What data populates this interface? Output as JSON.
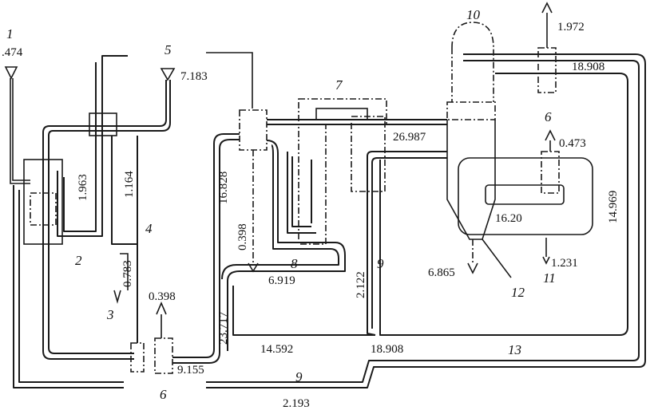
{
  "node_numbers": {
    "n1": "1",
    "n2": "2",
    "n3": "3",
    "n4": "4",
    "n5": "5",
    "n6_top": "6",
    "n6_bottom": "6",
    "n7": "7",
    "n8": "8",
    "n9_mid": "9",
    "n9_bottom": "9",
    "n10": "10",
    "n11": "11",
    "n12": "12",
    "n13": "13"
  },
  "flow_values": {
    "v474": ".474",
    "v7183": "7.183",
    "v1972": "1.972",
    "v18908_top": "18.908",
    "v26987": "26.987",
    "v0473": "0.473",
    "v14969": "14.969",
    "v1620": "16.20",
    "v1231": "1.231",
    "v6865": "6.865",
    "v1963": "1.963",
    "v1164": "1.164",
    "v0783": "0.783",
    "v16828": "16.828",
    "v0398_mid": "0.398",
    "v6919": "6.919",
    "v2122": "2.122",
    "v0398_bottom": "0.398",
    "v23717": "23.717",
    "v9155": "9.155",
    "v14592": "14.592",
    "v18908_bottom": "18.908",
    "v2193": "2.193"
  }
}
